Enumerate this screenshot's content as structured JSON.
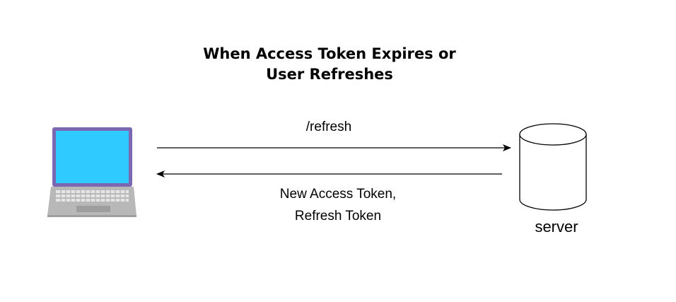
{
  "title": {
    "line1": "When Access Token Expires or",
    "line2": "User Refreshes"
  },
  "request": {
    "label": "/refresh"
  },
  "response": {
    "line1": "New Access Token,",
    "line2": "Refresh Token"
  },
  "server": {
    "label": "server",
    "icon": "database-cylinder-icon"
  },
  "client": {
    "icon": "laptop-icon"
  },
  "colors": {
    "laptop_frame": "#7a68b3",
    "laptop_screen": "#2fcaff",
    "laptop_base": "#b8b8b8",
    "laptop_keys": "#e6e6e6",
    "stroke": "#000000"
  }
}
